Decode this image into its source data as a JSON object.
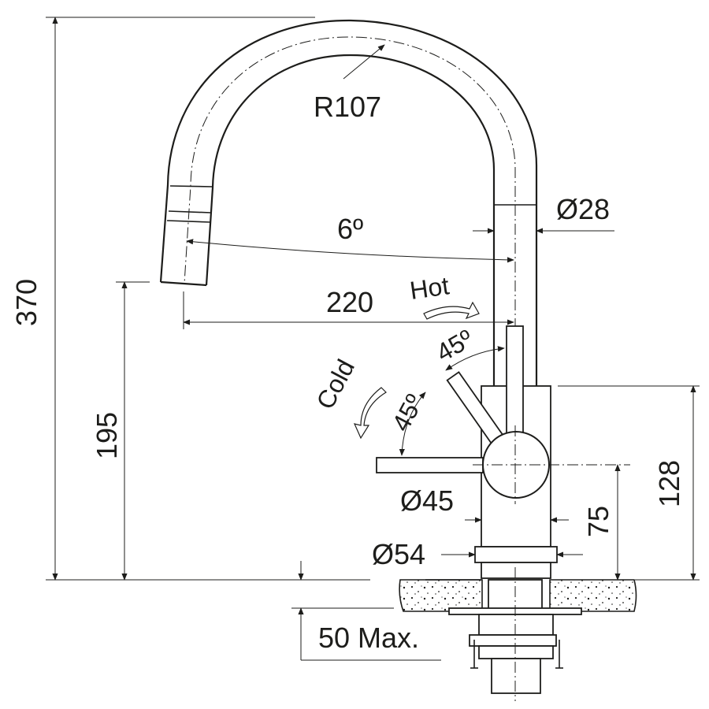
{
  "dimensions": {
    "height_total": "370",
    "spout_height": "195",
    "radius": "R107",
    "spout_tube_dia": "Ø28",
    "angle_spout": "6º",
    "reach": "220",
    "body_height": "128",
    "lever_height": "75",
    "lever_dia": "Ø45",
    "base_dia": "Ø54",
    "thickness_max": "50 Max."
  },
  "lever": {
    "hot_label": "Hot",
    "cold_label": "Cold",
    "hot_angle": "45º",
    "cold_angle": "45º"
  },
  "countertop": {
    "texture": "speckled-granite"
  }
}
